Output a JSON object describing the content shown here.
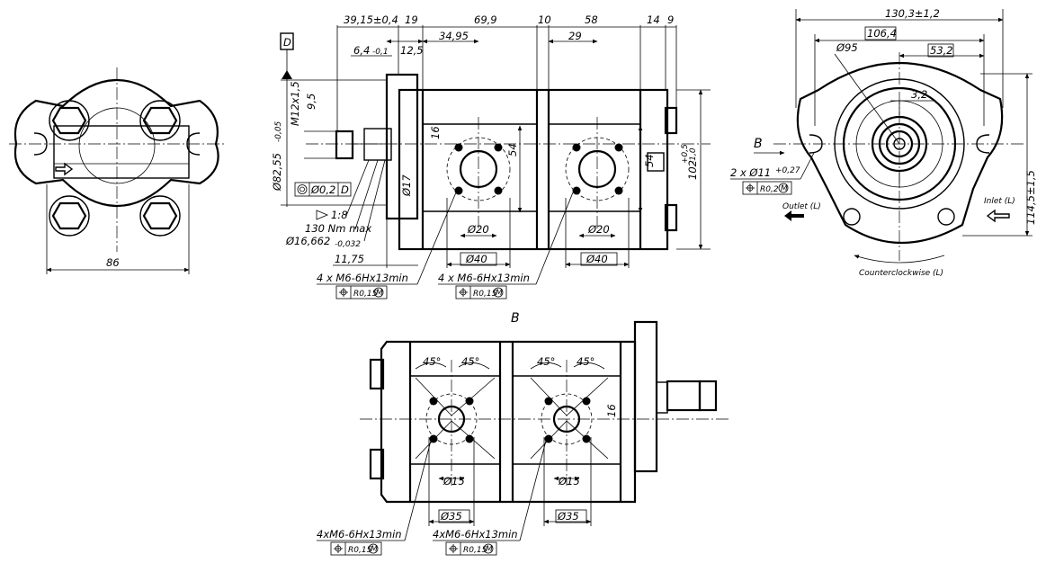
{
  "left_view": {
    "d86": "86"
  },
  "top_view": {
    "datum_label": "D",
    "dims_top": [
      "39,15±0,4",
      "19",
      "69,9",
      "10",
      "58",
      "14",
      "9"
    ],
    "d_6_4": "6,4",
    "d_6_4_tol": "-0,1",
    "d_12_5": "12,5",
    "d_34_95": "34,95",
    "d_29": "29",
    "thread": "M12x1,5",
    "d_9_5": "9,5",
    "d_82_55": "Ø82,55",
    "d_82_55_tol": "-0,05",
    "d_16": "16",
    "d_17": "Ø17",
    "d_54a": "54",
    "d_54b": "54",
    "d_102": "102",
    "d_102_tol_up": "+0,5",
    "d_102_tol_lo": "-1,0",
    "runout_tol": "Ø0,2",
    "runout_ref": "D",
    "taper": "1:8",
    "torque": "130 Nm max",
    "shaft_d": "Ø16,662",
    "shaft_d_tol": "-0,032",
    "d_11_75": "11,75",
    "d_20a": "Ø20",
    "d_20b": "Ø20",
    "d_40a": "Ø40",
    "d_40b": "Ø40",
    "holes_a": "4 x M6-6Hx13min",
    "holes_b": "4 x M6-6Hx13min",
    "pos_tol_a": "R0,15",
    "pos_tol_b": "R0,15",
    "pos_mod": "M"
  },
  "right_view": {
    "d_130_3": "130,3±1,2",
    "d_106_4": "106,4",
    "d_95": "Ø95",
    "d_53_2": "53,2",
    "d_3_2": "3,2",
    "b_label": "B",
    "mount_holes": "2 x Ø11",
    "mount_holes_tol": "+0,27",
    "mount_pos_tol": "R0,2",
    "mount_mod": "M",
    "outlet": "Outlet (L)",
    "inlet": "Inlet (L)",
    "d_114_5": "114,5±1,5",
    "rotation": "Counterclockwise (L)"
  },
  "bottom_view": {
    "view_label": "B",
    "angles": [
      "45°",
      "45°",
      "45°",
      "45°"
    ],
    "d_16": "16",
    "d_15a": "Ø15",
    "d_15b": "Ø15",
    "d_35a": "Ø35",
    "d_35b": "Ø35",
    "holes_a": "4xM6-6Hx13min",
    "holes_b": "4xM6-6Hx13min",
    "pos_tol_a": "R0,15",
    "pos_tol_b": "R0,15",
    "pos_mod": "M"
  }
}
